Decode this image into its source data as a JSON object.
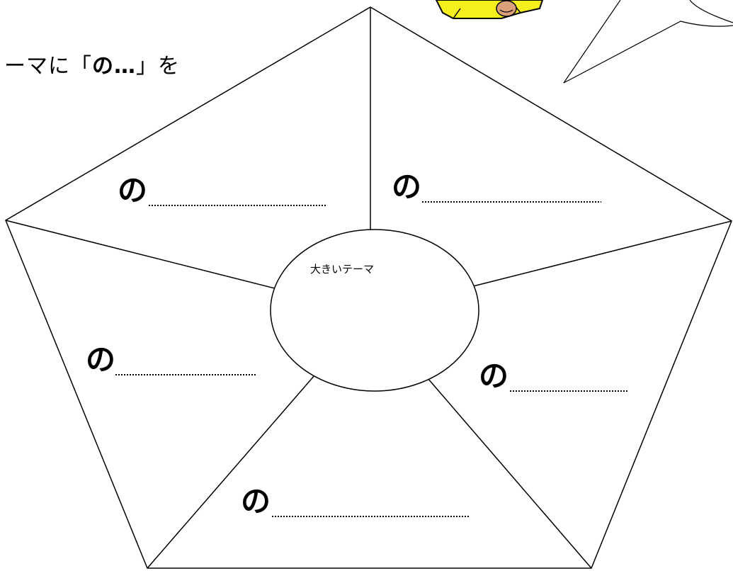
{
  "heading": {
    "prefix": "ーマに「",
    "bold": "の…",
    "suffix": "」を"
  },
  "center_label": "大きいテーマ",
  "branch_marker": "の",
  "colors": {
    "line": "#000000",
    "background": "#ffffff",
    "mascot_yellow": "#f5ef1e",
    "mascot_skin": "#d9a07a"
  },
  "icons": [
    "mascot-character-icon",
    "speech-bubble-icon"
  ]
}
